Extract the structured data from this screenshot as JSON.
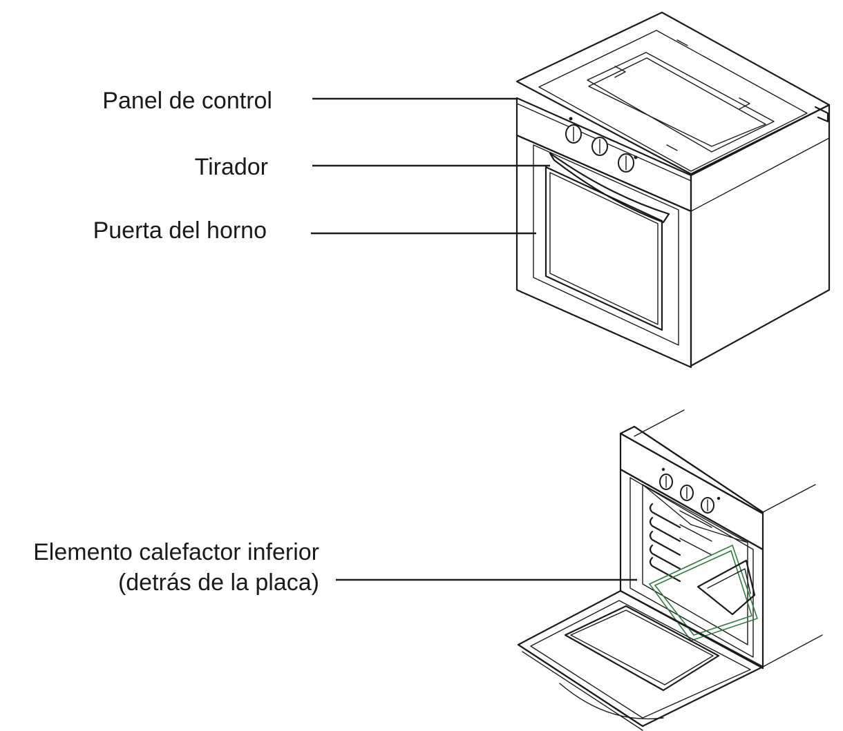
{
  "labels": {
    "control_panel": "Panel de control",
    "handle": "Tirador",
    "oven_door": "Puerta del horno",
    "lower_heating_element_line1": "Elemento calefactor inferior",
    "lower_heating_element_line2": "(detrás de la placa)"
  },
  "colors": {
    "line": "#1a1a1a",
    "glass_tray": "#2f7a3f",
    "background": "#ffffff"
  }
}
